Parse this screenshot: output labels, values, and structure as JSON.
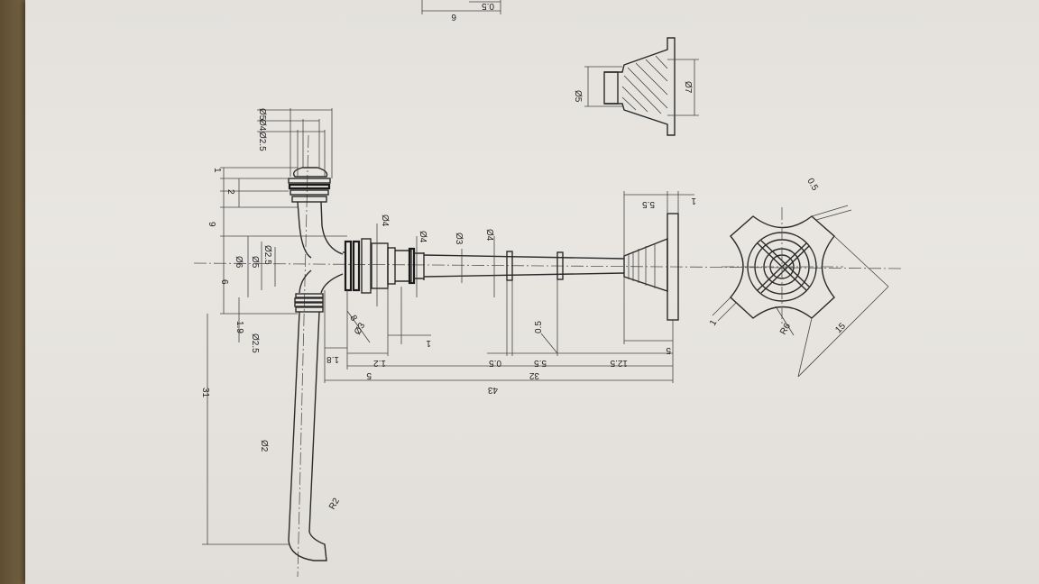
{
  "dimensions": {
    "top_partial_a": "0.5",
    "top_partial_b": "6",
    "d_top_a": "Ø5",
    "d_top_b": "Ø4",
    "d_top_c": "Ø2.5",
    "v1": "1",
    "v2": "2",
    "v9": "9",
    "v6": "6",
    "v19": "1.9",
    "v31": "31",
    "d6": "Ø6",
    "d5": "Ø5",
    "d25": "Ø2.5",
    "d3s": "Ø3",
    "d25b": "Ø2.5",
    "d2": "Ø2",
    "r2": "R2",
    "d4a": "Ø4",
    "d4b": "Ø4",
    "d3": "Ø3",
    "d4c": "Ø4",
    "h18": "1.8",
    "h12": "1.2",
    "h5": "5",
    "h05a": "0.5",
    "h55": "5.5",
    "h32": "32",
    "h125": "12.5",
    "h43": "43",
    "h1": "1",
    "h05b": "0.5",
    "h8": "8",
    "h5b": "5",
    "h55b": "5.5",
    "h1b": "1",
    "sec_d5": "Ø5",
    "sec_d7": "Ø7",
    "cross_05": "0.5",
    "cross_r6": "R6",
    "cross_15": "15",
    "cross_1": "1"
  }
}
